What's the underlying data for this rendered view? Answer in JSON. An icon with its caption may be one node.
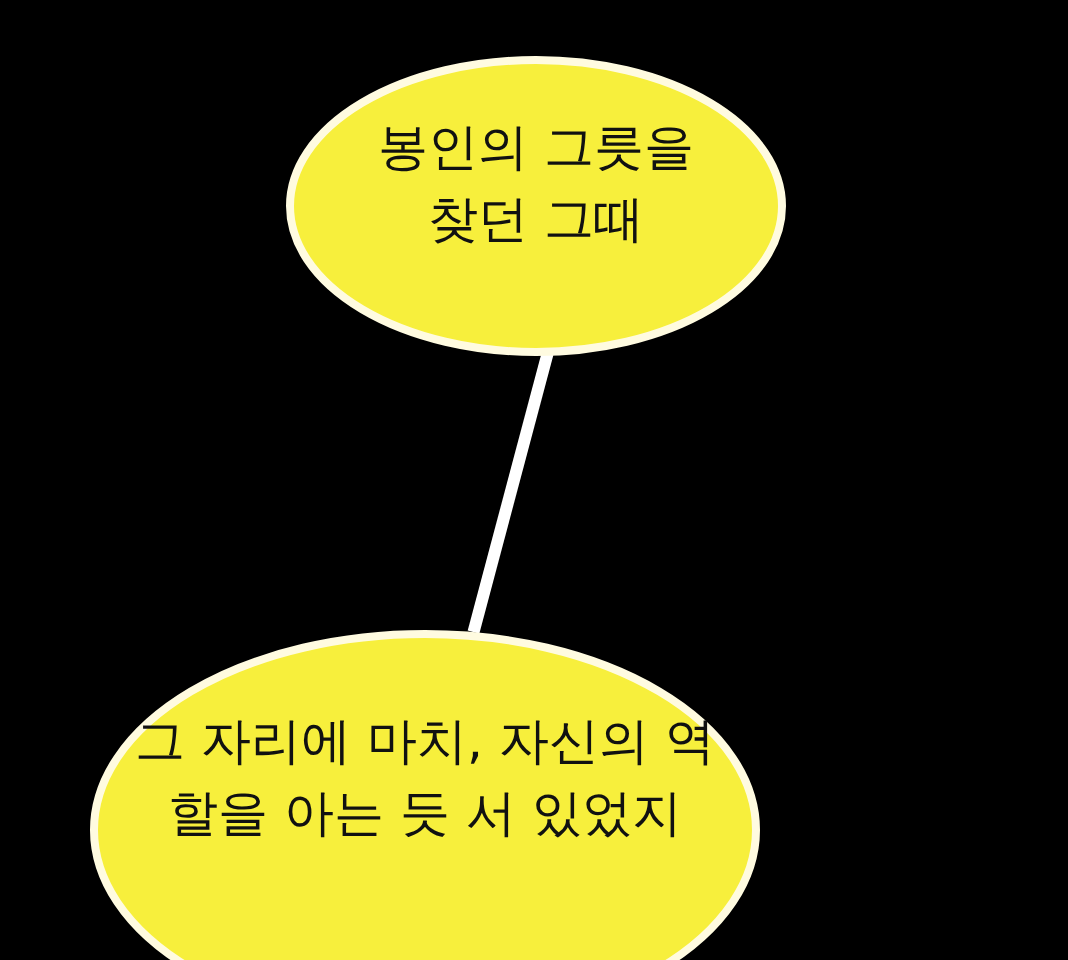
{
  "diagram": {
    "nodes": [
      {
        "text": [
          "봉인의 그릇을 찾던 그때"
        ]
      },
      {
        "text": [
          "그 자리에 마치, 자신의 역할을 아는 듯 서 있었지"
        ]
      }
    ],
    "edges": [
      {
        "from": 0,
        "to": 1,
        "arrow": "none"
      }
    ]
  }
}
